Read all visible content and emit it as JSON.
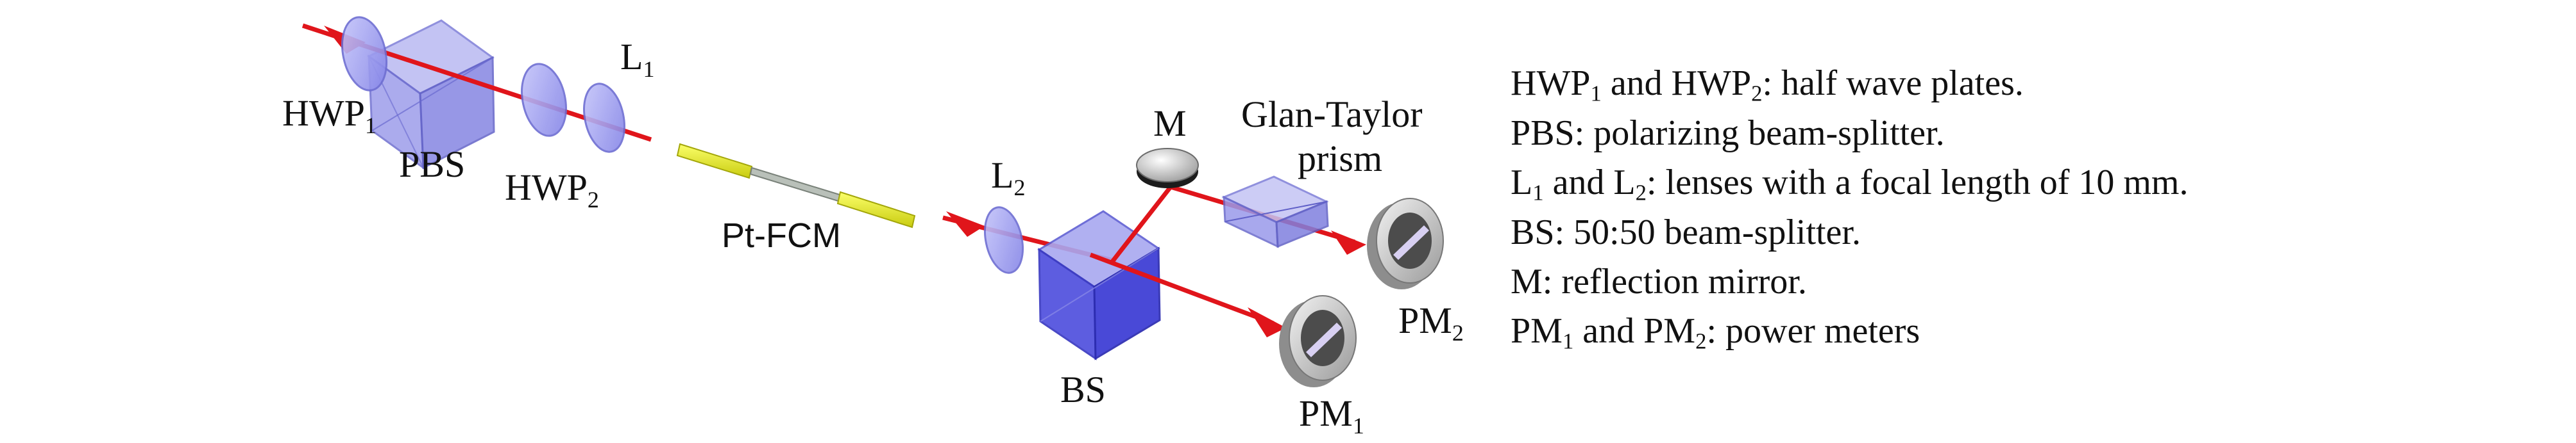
{
  "diagram": {
    "components": {
      "hwp1": {
        "main": "HWP",
        "sub": "1"
      },
      "pbs": {
        "main": "PBS"
      },
      "hwp2": {
        "main": "HWP",
        "sub": "2"
      },
      "l1": {
        "main": "L",
        "sub": "1"
      },
      "fcm": {
        "main": "Pt-FCM"
      },
      "l2": {
        "main": "L",
        "sub": "2"
      },
      "bs": {
        "main": "BS"
      },
      "m": {
        "main": "M"
      },
      "glan_line1": "Glan-Taylor",
      "glan_line2": "prism",
      "pm1": {
        "main": "PM",
        "sub": "1"
      },
      "pm2": {
        "main": "PM",
        "sub": "2"
      }
    }
  },
  "legend": [
    {
      "parts": [
        {
          "t": "HWP"
        },
        {
          "s": "1"
        },
        {
          "t": " and HWP"
        },
        {
          "s": "2"
        },
        {
          "t": ": half wave plates."
        }
      ]
    },
    {
      "parts": [
        {
          "t": "PBS: polarizing beam-splitter."
        }
      ]
    },
    {
      "parts": [
        {
          "t": "L"
        },
        {
          "s": "1"
        },
        {
          "t": " and L"
        },
        {
          "s": "2"
        },
        {
          "t": ": lenses with a focal length of 10 mm."
        }
      ]
    },
    {
      "parts": [
        {
          "t": "BS: 50:50 beam-splitter."
        }
      ]
    },
    {
      "parts": [
        {
          "t": "M: reflection mirror."
        }
      ]
    },
    {
      "parts": [
        {
          "t": "PM"
        },
        {
          "s": "1"
        },
        {
          "t": " and PM"
        },
        {
          "s": "2"
        },
        {
          "t": ": power meters"
        }
      ]
    }
  ],
  "colors": {
    "beam": "#e0151b",
    "optic": "#9c9cf0",
    "optic_edge": "#5a5acb",
    "cube_blue": "#3f3fe0",
    "fiber_yellow": "#eef21a",
    "meter_gray": "#c9c9c9"
  }
}
